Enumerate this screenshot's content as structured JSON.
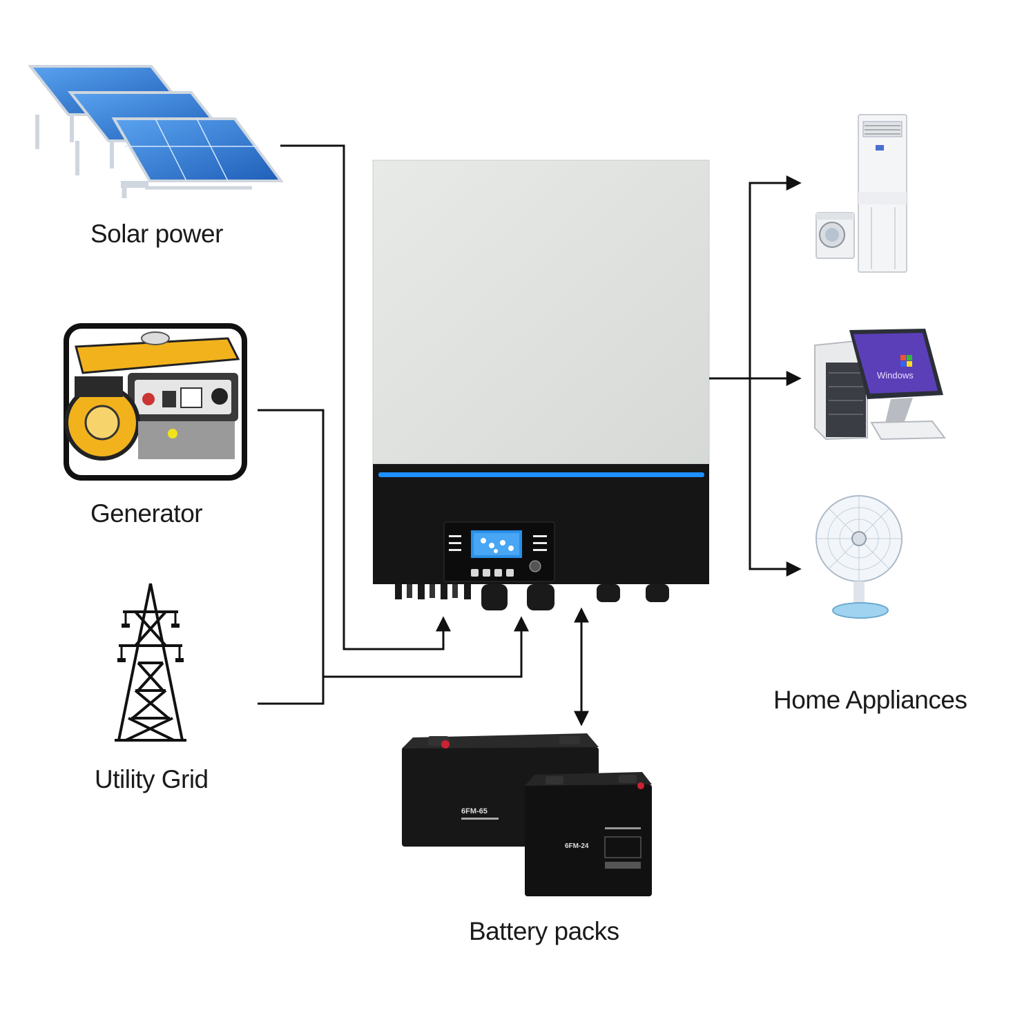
{
  "labels": {
    "solar": "Solar power",
    "generator": "Generator",
    "grid": "Utility Grid",
    "battery": "Battery packs",
    "home": "Home Appliances"
  },
  "battery_marks": {
    "large": "6FM-65",
    "small": "6FM-24"
  },
  "screen_brand": "Windows",
  "colors": {
    "line": "#111111",
    "panel_blue": "#2f7fd8",
    "inverter_body": "#e4e6e4",
    "inverter_base": "#151515",
    "accent_blue": "#1e90ff",
    "generator_yellow": "#f2b21c"
  },
  "icons": [
    "solar-panel-icon",
    "generator-icon",
    "transmission-tower-icon",
    "battery-icon",
    "inverter-icon",
    "air-conditioner-icon",
    "washing-machine-icon",
    "desktop-computer-icon",
    "electric-fan-icon"
  ]
}
